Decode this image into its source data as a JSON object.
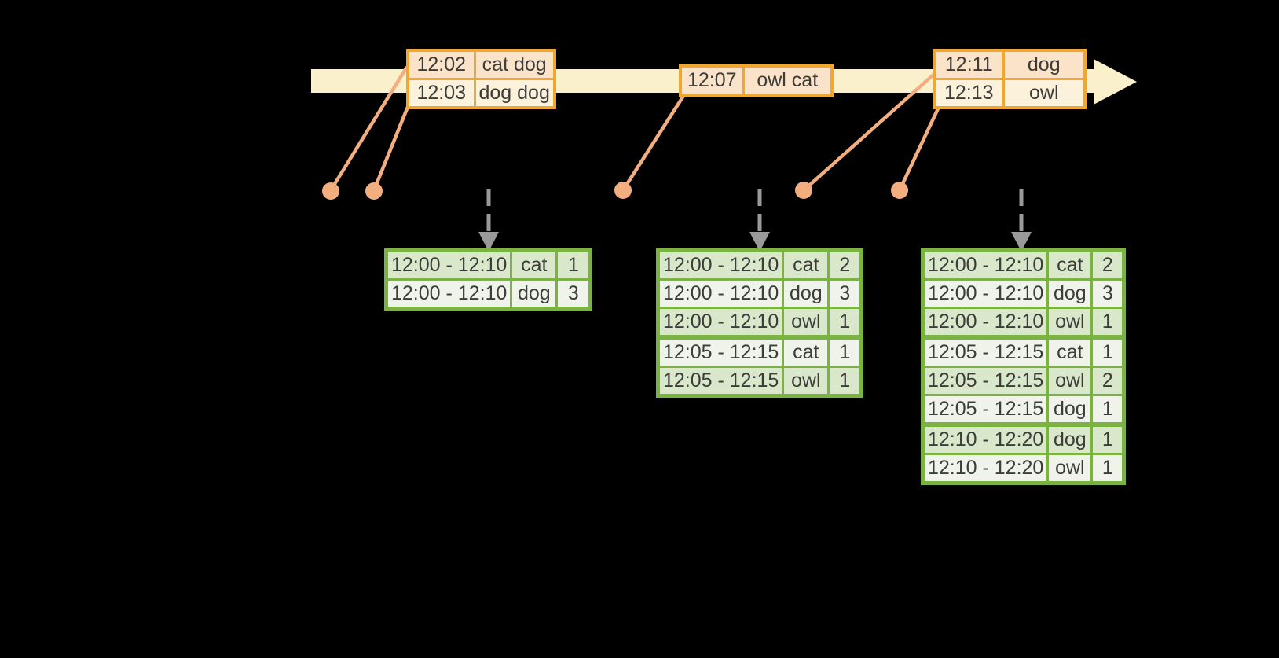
{
  "colors": {
    "background": "#000000",
    "timeline_fill": "#FBF0CC",
    "event_table_border": "#F1A62F",
    "event_cell_peach": "#FAE3C8",
    "event_cell_cream": "#FCF1DB",
    "connector_salmon": "#F2AE7F",
    "trigger_arrow_gray": "#9A9A9A",
    "result_table_border": "#7AB342",
    "result_cell_dark": "#D9E7CA",
    "result_cell_light": "#EFF3E9",
    "text": "#3C3C3A"
  },
  "timeline_events": [
    {
      "rows": [
        {
          "time": "12:02",
          "words": "cat dog"
        },
        {
          "time": "12:03",
          "words": "dog dog"
        }
      ]
    },
    {
      "rows": [
        {
          "time": "12:07",
          "words": "owl cat"
        }
      ]
    },
    {
      "rows": [
        {
          "time": "12:11",
          "words": "dog"
        },
        {
          "time": "12:13",
          "words": "owl"
        }
      ]
    }
  ],
  "result_tables": [
    {
      "rows": [
        {
          "window": "12:00 - 12:10",
          "word": "cat",
          "count": "1"
        },
        {
          "window": "12:00 - 12:10",
          "word": "dog",
          "count": "3"
        }
      ]
    },
    {
      "rows": [
        {
          "window": "12:00 - 12:10",
          "word": "cat",
          "count": "2"
        },
        {
          "window": "12:00 - 12:10",
          "word": "dog",
          "count": "3"
        },
        {
          "window": "12:00 - 12:10",
          "word": "owl",
          "count": "1"
        },
        {
          "window": "12:05 - 12:15",
          "word": "cat",
          "count": "1"
        },
        {
          "window": "12:05 - 12:15",
          "word": "owl",
          "count": "1"
        }
      ]
    },
    {
      "rows": [
        {
          "window": "12:00 - 12:10",
          "word": "cat",
          "count": "2"
        },
        {
          "window": "12:00 - 12:10",
          "word": "dog",
          "count": "3"
        },
        {
          "window": "12:00 - 12:10",
          "word": "owl",
          "count": "1"
        },
        {
          "window": "12:05 - 12:15",
          "word": "cat",
          "count": "1"
        },
        {
          "window": "12:05 - 12:15",
          "word": "owl",
          "count": "2"
        },
        {
          "window": "12:05 - 12:15",
          "word": "dog",
          "count": "1"
        },
        {
          "window": "12:10 - 12:20",
          "word": "dog",
          "count": "1"
        },
        {
          "window": "12:10 - 12:20",
          "word": "owl",
          "count": "1"
        }
      ]
    }
  ]
}
